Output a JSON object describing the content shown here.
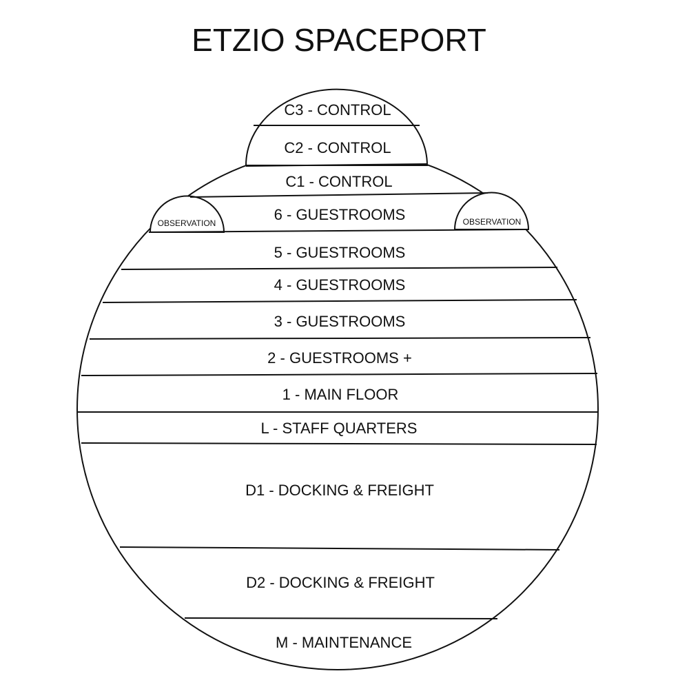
{
  "title": "ETZIO SPACEPORT",
  "levels": {
    "c3": "C3 - CONTROL",
    "c2": "C2 - CONTROL",
    "c1": "C1 - CONTROL",
    "g6": "6 - GUESTROOMS",
    "g5": "5 - GUESTROOMS",
    "g4": "4 - GUESTROOMS",
    "g3": "3 - GUESTROOMS",
    "g2": "2 - GUESTROOMS +",
    "main": "1 - MAIN FLOOR",
    "staff": "L - STAFF QUARTERS",
    "d1": "D1 - DOCKING & FREIGHT",
    "d2": "D2 - DOCKING & FREIGHT",
    "m": "M - MAINTENANCE"
  },
  "observation_left": "OBSERVATION",
  "observation_right": "OBSERVATION"
}
